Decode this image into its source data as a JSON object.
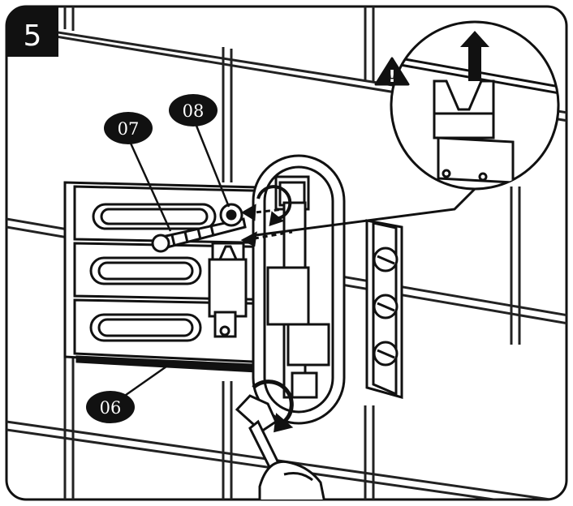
{
  "step": {
    "number": "5"
  },
  "labels": {
    "screw": "07",
    "washer": "08",
    "bracket": "06"
  },
  "warning": {
    "glyph": "!",
    "icon": "warning-triangle-icon"
  },
  "colors": {
    "ink": "#111111",
    "paper": "#ffffff",
    "tile_grid": "#222222"
  }
}
